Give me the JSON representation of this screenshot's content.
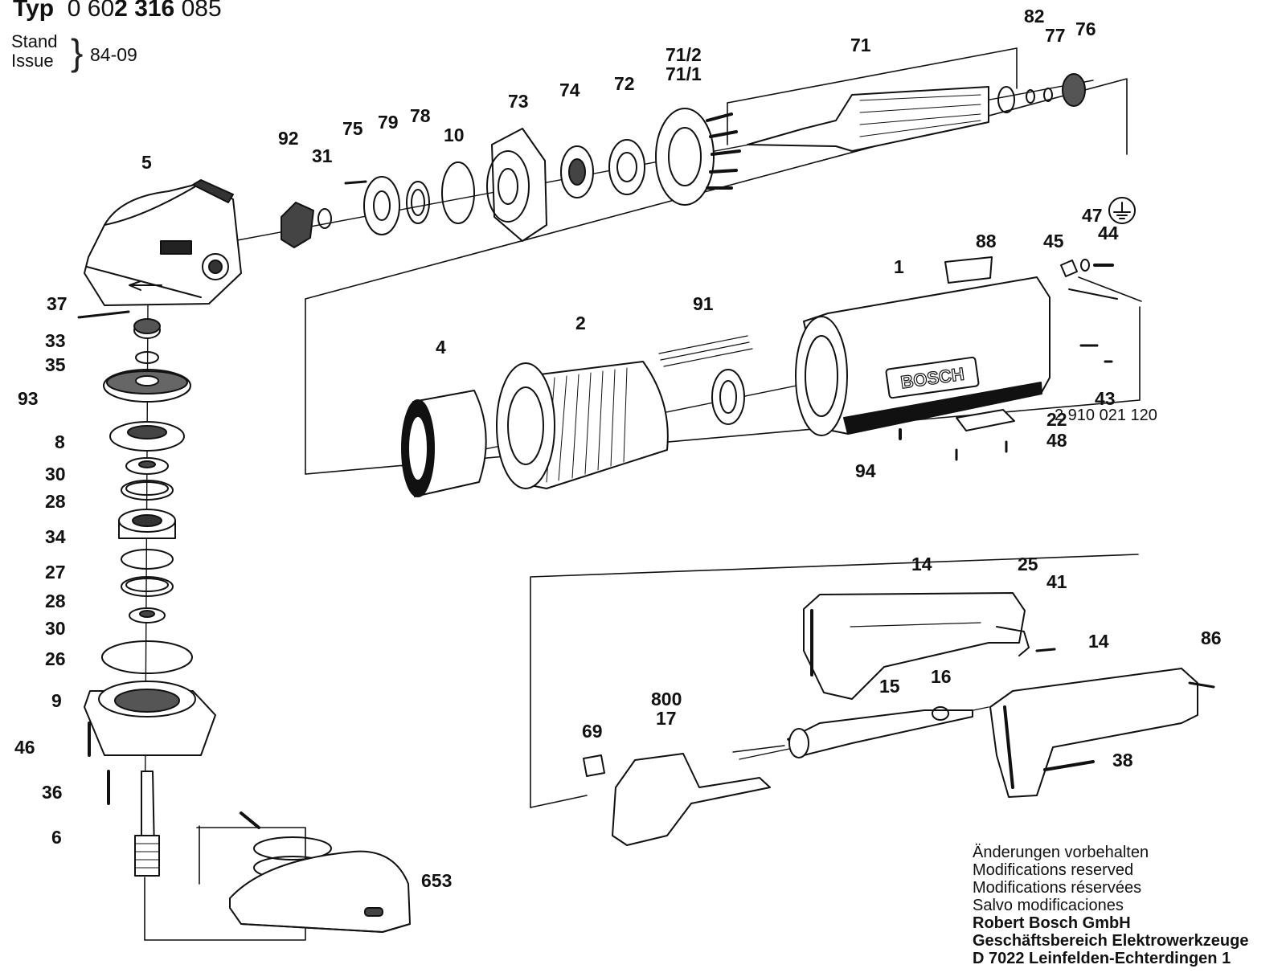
{
  "header": {
    "typ_prefix": "Typ",
    "typ_number_a": "0 60",
    "typ_number_b": "2 316",
    "typ_number_c": "085",
    "stand_label": "Stand",
    "issue_label": "Issue",
    "brace": "}",
    "date": "84-09"
  },
  "parts": [
    "92",
    "31",
    "75",
    "79",
    "78",
    "10",
    "73",
    "74",
    "72",
    "71/2",
    "71/1",
    "71",
    "82",
    "77",
    "76",
    "5",
    "88",
    "45",
    "47",
    "44",
    "1",
    "91",
    "2",
    "4",
    "43",
    "22",
    "48",
    "94",
    "37",
    "33",
    "35",
    "93",
    "8",
    "30",
    "28",
    "34",
    "27",
    "28",
    "30",
    "26",
    "9",
    "46",
    "36",
    "6",
    "653",
    "14",
    "25",
    "41",
    "14",
    "86",
    "15",
    "16",
    "800",
    "17",
    "69",
    "38"
  ],
  "part_43_number": "2 910 021 120",
  "footer": {
    "line1": "Änderungen vorbehalten",
    "line2": "Modifications reserved",
    "line3": "Modifications réservées",
    "line4": "Salvo modificaciones",
    "company": "Robert Bosch GmbH",
    "division": "Geschäftsbereich Elektrowerkzeuge",
    "address": "D 7022 Leinfelden-Echterdingen 1"
  },
  "brand_on_housing": "BOSCH",
  "ground_symbol": "earth-ground-icon",
  "colors": {
    "ink": "#111111",
    "paper": "#ffffff"
  }
}
